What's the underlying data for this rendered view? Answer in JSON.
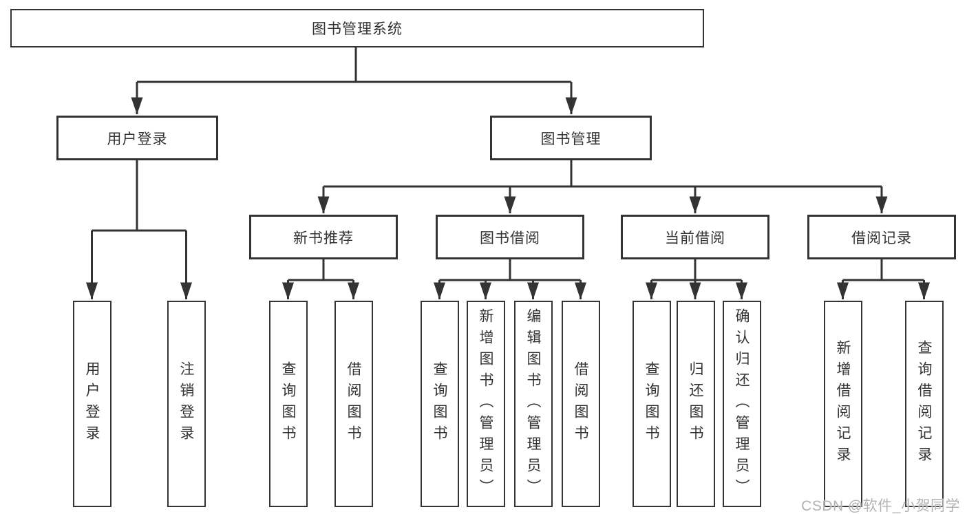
{
  "diagram": {
    "root": {
      "label": "图书管理系统"
    },
    "branches": [
      {
        "label": "用户登录",
        "children": [
          {
            "label": "用户登录"
          },
          {
            "label": "注销登录"
          }
        ]
      },
      {
        "label": "图书管理",
        "groups": [
          {
            "label": "新书推荐",
            "children": [
              {
                "label": "查询图书"
              },
              {
                "label": "借阅图书"
              }
            ]
          },
          {
            "label": "图书借阅",
            "children": [
              {
                "label": "查询图书"
              },
              {
                "label": "新增图书（管理员）"
              },
              {
                "label": "编辑图书（管理员）"
              },
              {
                "label": "借阅图书"
              }
            ]
          },
          {
            "label": "当前借阅",
            "children": [
              {
                "label": "查询图书"
              },
              {
                "label": "归还图书"
              },
              {
                "label": "确认归还（管理员）"
              }
            ]
          },
          {
            "label": "借阅记录",
            "children": [
              {
                "label": "新增借阅记录"
              },
              {
                "label": "查询借阅记录"
              }
            ]
          }
        ]
      }
    ]
  },
  "watermark": {
    "text": "CSDN @软件_小贺同学"
  },
  "colors": {
    "line": "#333333",
    "box_border": "#333333",
    "box_background": "#ffffff",
    "text": "#333333",
    "watermark": "#b3b3b3",
    "page_background": "#ffffff"
  }
}
